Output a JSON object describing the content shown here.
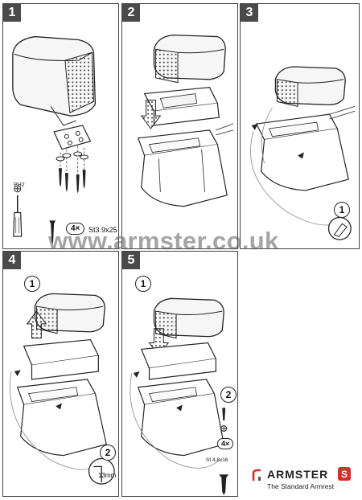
{
  "steps": [
    {
      "number": "1",
      "bolt_count": "4×",
      "bolt_spec": "St3.9x25",
      "tool_label": "PH2"
    },
    {
      "number": "2"
    },
    {
      "number": "3",
      "sub_step": "1"
    },
    {
      "number": "4",
      "sub_steps": [
        "1",
        "2"
      ],
      "tool_size": "13mm"
    },
    {
      "number": "5",
      "sub_steps": [
        "1",
        "2"
      ],
      "bolt_count": "4×",
      "bolt_spec": "St 4,8x16"
    }
  ],
  "watermark": "www.armster.co.uk",
  "brand": {
    "name": "ARMSTER",
    "badge": "S",
    "tagline": "The Standard Armrest",
    "accent_color": "#d32f2f"
  }
}
